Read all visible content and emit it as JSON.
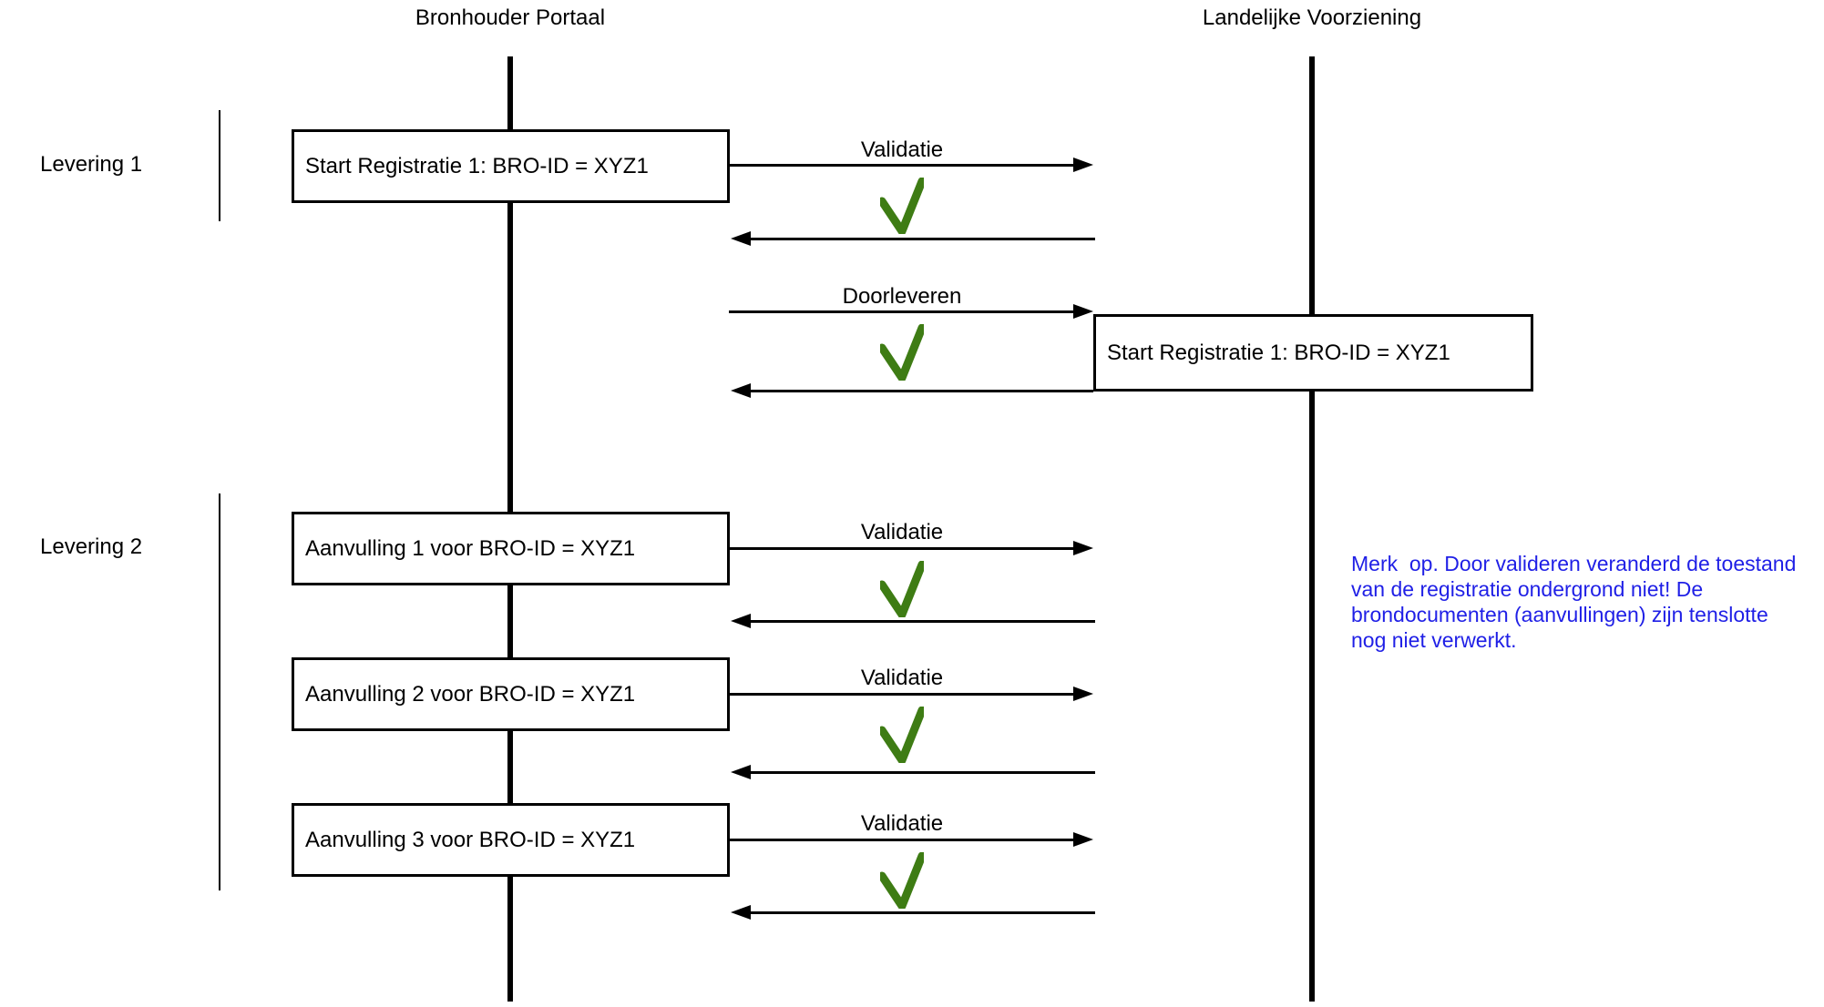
{
  "diagram": {
    "actors": [
      {
        "name": "Bronhouder Portaal"
      },
      {
        "name": "Landelijke Voorziening"
      }
    ],
    "group_labels": [
      {
        "label": "Levering 1"
      },
      {
        "label": "Levering 2"
      }
    ],
    "boxes": {
      "left_start_registratie": "Start Registratie 1: BRO-ID = XYZ1",
      "right_start_registratie": "Start Registratie 1: BRO-ID = XYZ1",
      "aanvulling_1": "Aanvulling 1 voor BRO-ID = XYZ1",
      "aanvulling_2": "Aanvulling 2 voor BRO-ID = XYZ1",
      "aanvulling_3": "Aanvulling 3 voor BRO-ID = XYZ1"
    },
    "messages": [
      {
        "label": "Validatie",
        "result_icon": "green-check"
      },
      {
        "label": "Doorleveren",
        "result_icon": "green-check"
      },
      {
        "label": "Validatie",
        "result_icon": "green-check"
      },
      {
        "label": "Validatie",
        "result_icon": "green-check"
      },
      {
        "label": "Validatie",
        "result_icon": "green-check"
      }
    ],
    "note": {
      "lines": [
        "Merk  op. Door valideren veranderd de toestand",
        "van de registratie ondergrond niet! De",
        "brondocumenten (aanvullingen) zijn tenslotte",
        "nog niet verwerkt."
      ]
    },
    "colors": {
      "check_green": "#3e7c14",
      "note_blue": "#1f1fe6",
      "line_black": "#000000"
    }
  }
}
